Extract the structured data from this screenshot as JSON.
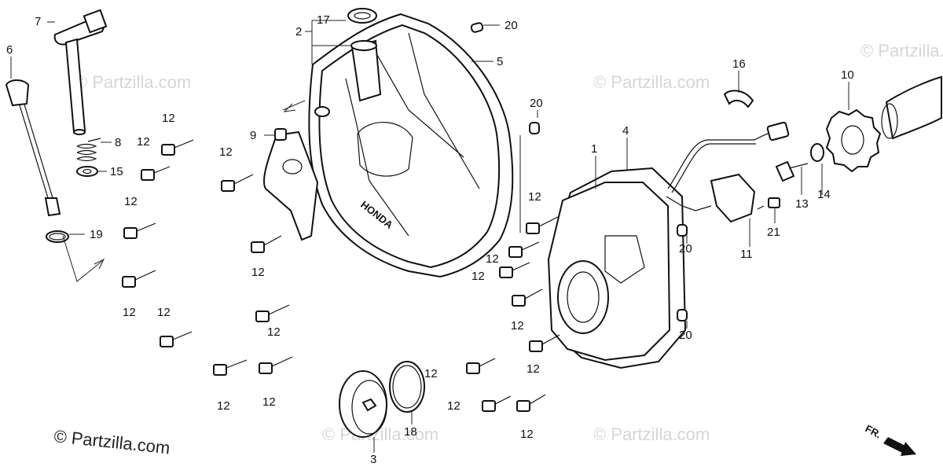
{
  "watermark": {
    "text": "© Partzilla.com",
    "corner_text": "© Partzilla.com"
  },
  "direction_marker": {
    "text": "FR."
  },
  "callouts": [
    {
      "id": "c1",
      "text": "1"
    },
    {
      "id": "c2",
      "text": "2"
    },
    {
      "id": "c3",
      "text": "3"
    },
    {
      "id": "c4",
      "text": "4"
    },
    {
      "id": "c5",
      "text": "5"
    },
    {
      "id": "c6",
      "text": "6"
    },
    {
      "id": "c7",
      "text": "7"
    },
    {
      "id": "c8",
      "text": "8"
    },
    {
      "id": "c9",
      "text": "9"
    },
    {
      "id": "c10",
      "text": "10"
    },
    {
      "id": "c11",
      "text": "11"
    },
    {
      "id": "c12",
      "text": "12"
    },
    {
      "id": "c13",
      "text": "13"
    },
    {
      "id": "c14",
      "text": "14"
    },
    {
      "id": "c15",
      "text": "15"
    },
    {
      "id": "c16",
      "text": "16"
    },
    {
      "id": "c17",
      "text": "17"
    },
    {
      "id": "c18",
      "text": "18"
    },
    {
      "id": "c19",
      "text": "19"
    },
    {
      "id": "c20",
      "text": "20"
    },
    {
      "id": "c21",
      "text": "21"
    }
  ],
  "bolt_label": "12",
  "dowel_label": "20"
}
